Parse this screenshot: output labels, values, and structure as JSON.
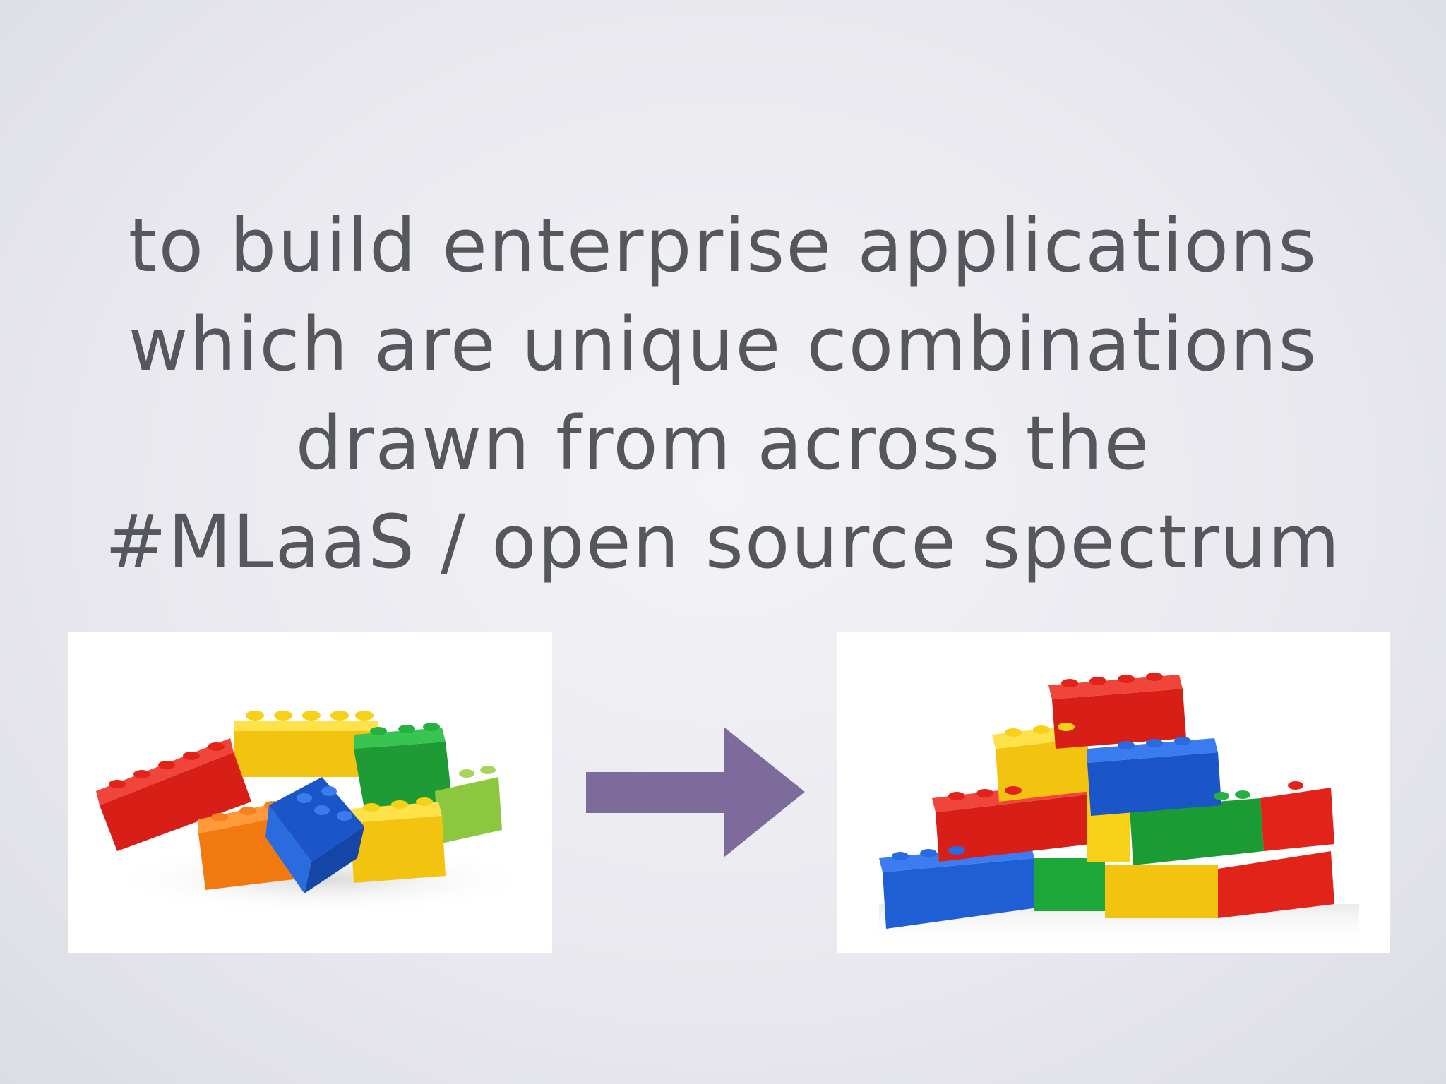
{
  "headline": {
    "lines": [
      "to build enterprise applications",
      "which are unique combinations",
      "drawn from across the",
      "#MLaaS / open source spectrum"
    ]
  },
  "images": {
    "left": "pile of loose colorful building bricks",
    "right": "colorful building bricks assembled into a stepped structure"
  },
  "arrow_icon": "right-arrow-icon",
  "colors": {
    "text": "#54575c",
    "arrow": "#7d6b9b",
    "brick_red": "#e2231a",
    "brick_yellow": "#f7d117",
    "brick_blue": "#1f5fd6",
    "brick_green": "#1fa83a",
    "brick_orange": "#f58220",
    "brick_lime": "#9acd32"
  }
}
